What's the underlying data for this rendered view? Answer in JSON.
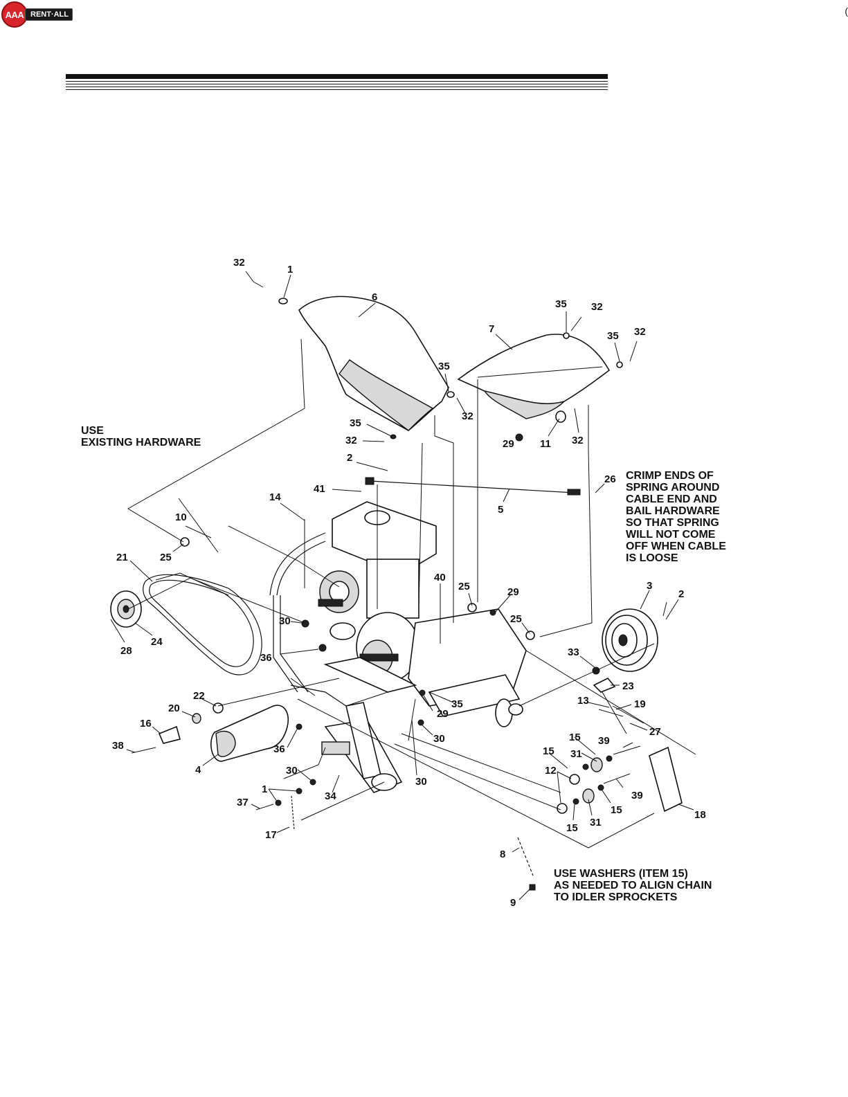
{
  "brand": {
    "logo_initials": "AAA",
    "logo_tag": "RENT·ALL"
  },
  "corner_mark": "(",
  "notes": {
    "existing_hardware": [
      "USE",
      "EXISTING HARDWARE"
    ],
    "crimp": [
      "CRIMP ENDS OF",
      "SPRING AROUND",
      "CABLE END AND",
      "BAIL HARDWARE",
      "SO THAT SPRING",
      "WILL NOT COME",
      "OFF WHEN CABLE",
      "IS LOOSE"
    ],
    "washers": [
      "USE WASHERS (ITEM 15)",
      "AS NEEDED TO ALIGN CHAIN",
      "TO IDLER SPROCKETS"
    ]
  },
  "callouts": [
    "32",
    "1",
    "6",
    "35",
    "32",
    "7",
    "35",
    "32",
    "35",
    "32",
    "35",
    "32",
    "29",
    "11",
    "32",
    "2",
    "41",
    "5",
    "26",
    "14",
    "10",
    "25",
    "21",
    "24",
    "28",
    "30",
    "36",
    "40",
    "25",
    "29",
    "25",
    "3",
    "2",
    "33",
    "23",
    "13",
    "19",
    "27",
    "22",
    "20",
    "16",
    "38",
    "4",
    "36",
    "30",
    "1",
    "37",
    "17",
    "34",
    "30",
    "29",
    "35",
    "30",
    "15",
    "39",
    "15",
    "31",
    "12",
    "39",
    "15",
    "15",
    "31",
    "18",
    "8",
    "9"
  ]
}
